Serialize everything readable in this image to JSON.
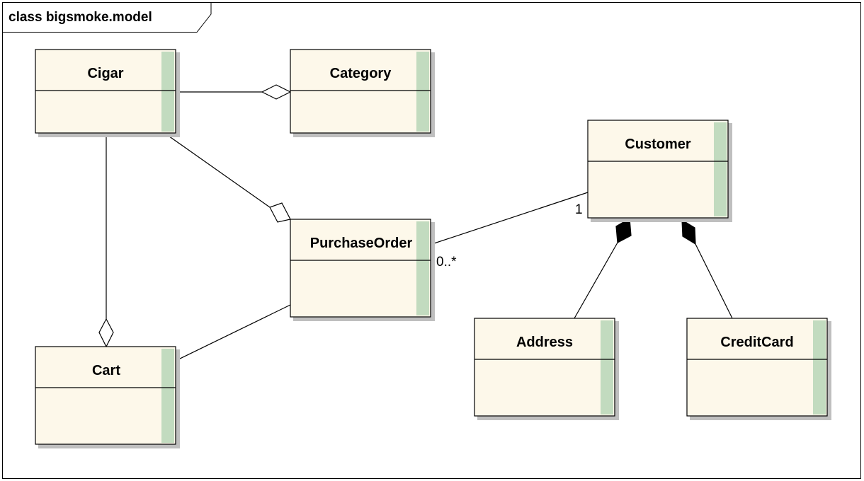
{
  "frame": {
    "title": "class bigsmoke.model"
  },
  "colors": {
    "class_fill": "#fdf8ea",
    "class_stripe": "#c2dbbf",
    "shadow": "#bfbfbf",
    "line": "#000000"
  },
  "classes": {
    "cigar": {
      "name": "Cigar"
    },
    "category": {
      "name": "Category"
    },
    "customer": {
      "name": "Customer"
    },
    "purchase_order": {
      "name": "PurchaseOrder"
    },
    "cart": {
      "name": "Cart"
    },
    "address": {
      "name": "Address"
    },
    "credit_card": {
      "name": "CreditCard"
    }
  },
  "associations": {
    "order_customer": {
      "customer_multiplicity": "1",
      "order_multiplicity": "0..*"
    }
  }
}
